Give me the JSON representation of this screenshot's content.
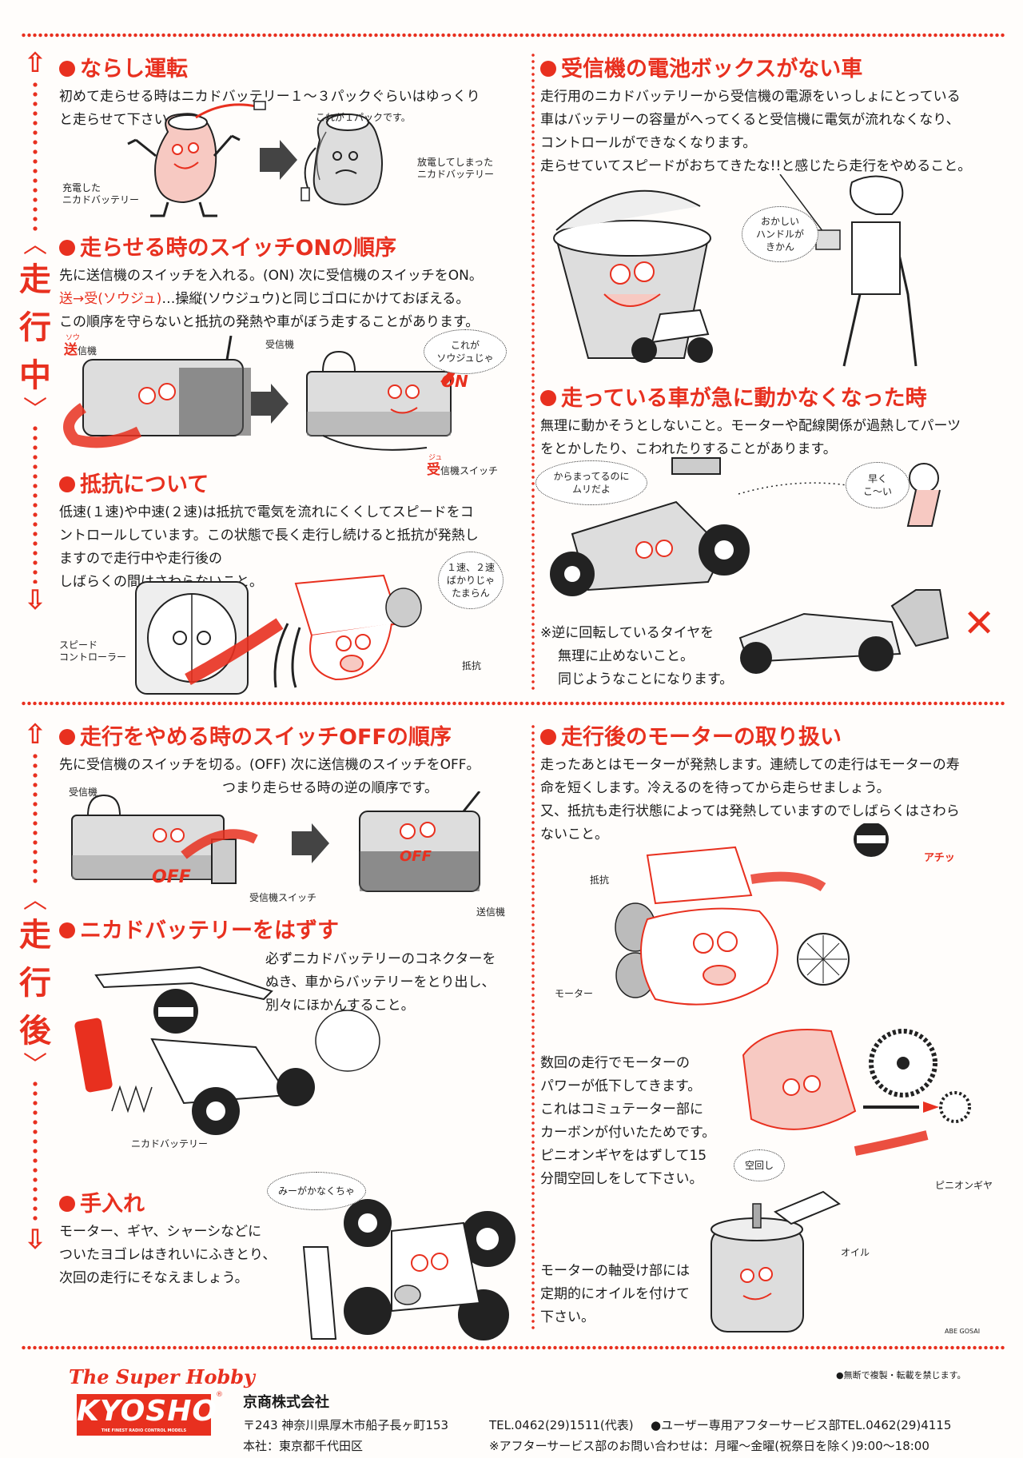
{
  "sidebar": {
    "top_label": [
      "走",
      "行",
      "中"
    ],
    "bottom_label": [
      "走",
      "行",
      "後"
    ]
  },
  "sections": {
    "narashi": {
      "title": "ならし運転",
      "lines": [
        "初めて走らせる時はニカドバッテリー１～３パックぐらいはゆっくり",
        "と走らせて下さい。"
      ],
      "labels": {
        "one_pack": "これが１パックです。",
        "charged": "充電した",
        "charged2": "ニカドバッテリー",
        "discharged": "放電してしまった",
        "discharged2": "ニカドバッテリー"
      }
    },
    "switch_on": {
      "title": "走らせる時のスイッチONの順序",
      "line1": "先に送信機のスイッチを入れる。(ON) 次に受信機のスイッチをON。",
      "line2_red": "送→受(ソウジュ)",
      "line2_rest": "…操縦(ソウジュウ)と同じゴロにかけておぼえる。",
      "line3": "この順序を守らないと抵抗の発熱や車がぼう走することがあります。",
      "labels": {
        "sou_ruby": "ソウ",
        "sou": "送",
        "sou_rest": "信機",
        "receiver": "受信機",
        "bubble": "これが\nソウジュじゃ",
        "on": "ON",
        "ju_ruby": "ジュ",
        "ju": "受",
        "ju_rest": "信機スイッチ"
      }
    },
    "resistor": {
      "title": "抵抗について",
      "lines": [
        "低速(１速)や中速(２速)は抵抗で電気を流れにくくしてスピードをコ",
        "ントロールしています。この状態で長く走行し続けると抵抗が発熱し",
        "ますので走行中や走行後の",
        "しばらくの間はさわらないこと。"
      ],
      "labels": {
        "speed_ctrl1": "スピード",
        "speed_ctrl2": "コントローラー",
        "resistor": "抵抗",
        "bubble": "１速、２速\nばかりじゃ\nたまらん"
      }
    },
    "no_battery_box": {
      "title": "受信機の電池ボックスがない車",
      "lines": [
        "走行用のニカドバッテリーから受信機の電源をいっしょにとっている",
        "車はバッテリーの容量がへってくると受信機に電気が流れなくなり、",
        "コントロールができなくなります。",
        "走らせていてスピードがおちてきたな!!と感じたら走行をやめること。"
      ],
      "labels": {
        "bubble": "おかしい\nハンドルが\nきかん"
      }
    },
    "stopped": {
      "title": "走っている車が急に動かなくなった時",
      "lines": [
        "無理に動かそうとしないこと。モーターや配線関係が過熱してパーツ",
        "をとかしたり、こわれたりすることがあります。"
      ],
      "labels": {
        "bubble1": "からまってるのに\nムリだよ",
        "bubble2": "早く\nこ～い"
      },
      "note": [
        "※逆に回転しているタイヤを",
        "無理に止めないこと。",
        "同じようなことになります。"
      ],
      "x_mark": "✕"
    },
    "switch_off": {
      "title": "走行をやめる時のスイッチOFFの順序",
      "lines": [
        "先に受信機のスイッチを切る。(OFF) 次に送信機のスイッチをOFF。",
        "つまり走らせる時の逆の順序です。"
      ],
      "labels": {
        "receiver": "受信機",
        "rx_switch": "受信機スイッチ",
        "transmitter": "送信機",
        "off": "OFF"
      }
    },
    "remove_battery": {
      "title": "ニカドバッテリーをはずす",
      "lines": [
        "必ずニカドバッテリーのコネクターを",
        "ぬき、車からバッテリーをとり出し、",
        "別々にほかんすること。"
      ],
      "labels": {
        "battery": "ニカドバッテリー"
      }
    },
    "maintenance": {
      "title": "手入れ",
      "lines": [
        "モーター、ギヤ、シャーシなどに",
        "ついたヨゴレはきれいにふきとり、",
        "次回の走行にそなえましょう。"
      ],
      "labels": {
        "bubble": "みーがかなくちゃ"
      }
    },
    "motor_care": {
      "title": "走行後のモーターの取り扱い",
      "lines": [
        "走ったあとはモーターが発熱します。連続しての走行はモーターの寿",
        "命を短くします。冷えるのを待ってから走らせましょう。",
        "又、抵抗も走行状態によっては発熱していますのでしばらくはさわら",
        "ないこと。"
      ],
      "labels": {
        "resistor": "抵抗",
        "motor": "モーター",
        "hot": "アチッ"
      },
      "power_lines": [
        "数回の走行でモーターの",
        "パワーが低下してきます。",
        "これはコミュテーター部に",
        "カーボンが付いたためです。",
        "ピニオンギヤをはずして15",
        "分間空回しをして下さい。"
      ],
      "power_labels": {
        "idle": "空回し",
        "pinion": "ピニオンギヤ"
      },
      "oil_lines": [
        "モーターの軸受け部には",
        "定期的にオイルを付けて",
        "下さい。"
      ],
      "oil_label": "オイル"
    }
  },
  "footer": {
    "brand_tagline": "The Super Hobby",
    "brand": "KYOSHO",
    "brand_small": "THE FINEST RADIO CONTROL MODELS",
    "reg_mark": "®",
    "company": "京商株式会社",
    "address": "〒243 神奈川県厚木市船子長ヶ町153",
    "hq": "本社：東京都千代田区",
    "tel": "TEL.0462(29)1511(代表)",
    "aftersales": "●ユーザー専用アフターサービス部TEL.0462(29)4115",
    "hours": "※アフターサービス部のお問い合わせは：月曜～金曜(祝祭日を除く)9:00～18:00",
    "copyright": "●無断で複製・転載を禁じます。",
    "artist": "ABE GOSAI"
  },
  "colors": {
    "accent": "#e8301f",
    "ink": "#1a1a1a"
  }
}
